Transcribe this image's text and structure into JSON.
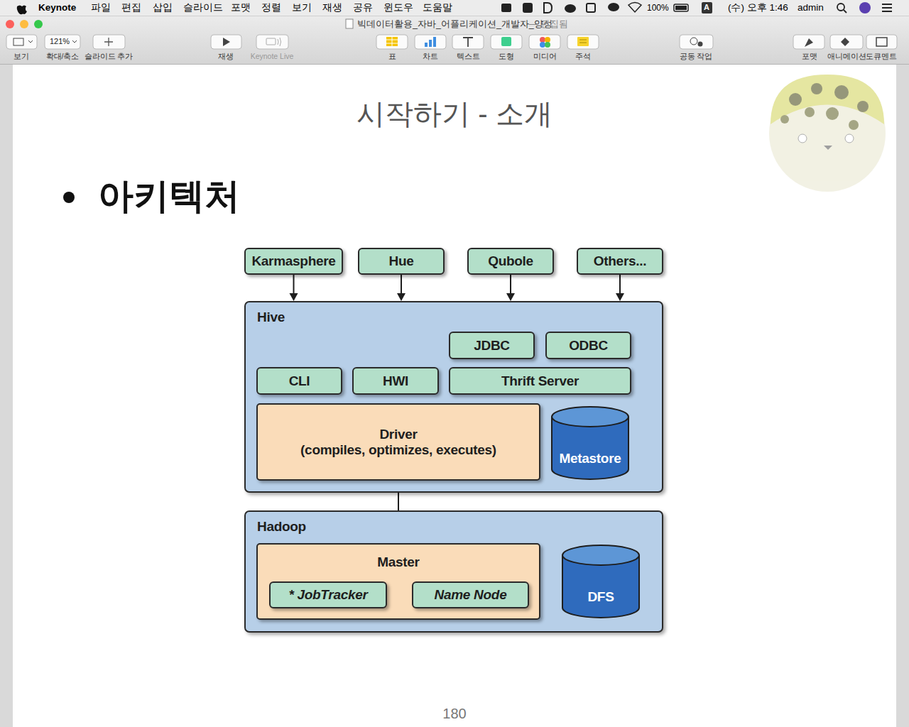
{
  "diagram": {
    "title": "시작하기 - 소개",
    "nodes": [
      {
        "text": [
          "Karmasphere"
        ]
      },
      {
        "text": [
          "Hue"
        ]
      },
      {
        "text": [
          "Qubole"
        ]
      },
      {
        "text": [
          "Others..."
        ]
      },
      {
        "text": [
          "Hive"
        ]
      },
      {
        "text": [
          "JDBC"
        ],
        "in": 4
      },
      {
        "text": [
          "ODBC"
        ],
        "in": 4
      },
      {
        "text": [
          "CLI"
        ],
        "in": 4
      },
      {
        "text": [
          "HWI"
        ],
        "in": 4
      },
      {
        "text": [
          "Thrift Server"
        ],
        "in": 4
      },
      {
        "text": [
          "Driver",
          "(compiles, optimizes, executes)"
        ],
        "in": 4
      },
      {
        "text": [
          "Metastore"
        ],
        "in": 4
      },
      {
        "text": [
          "Hadoop"
        ]
      },
      {
        "text": [
          "Master"
        ],
        "in": 12
      },
      {
        "text": [
          "* JobTracker"
        ],
        "in": 13
      },
      {
        "text": [
          "Name Node"
        ],
        "in": 13
      },
      {
        "text": [
          "DFS"
        ],
        "in": 12
      }
    ],
    "edges": [
      {
        "from": 0,
        "to": 4,
        "arrow": "to"
      },
      {
        "from": 1,
        "to": 4,
        "arrow": "to"
      },
      {
        "from": 2,
        "to": 4,
        "arrow": "to"
      },
      {
        "from": 3,
        "to": 4,
        "arrow": "to"
      },
      {
        "from": 10,
        "to": 13,
        "arrow": "to"
      }
    ],
    "labels": [
      "Keynote",
      "파일",
      "편집",
      "삽입",
      "슬라이드",
      "포맷",
      "정렬",
      "보기",
      "재생",
      "공유",
      "윈도우",
      "도움말",
      "100%",
      "A",
      "(수) 오후 1:46",
      "admin",
      "빅데이터활용_자바_어플리케이션_개발자_양성",
      "— 편집됨",
      "121%",
      "보기",
      "확대/축소",
      "슬라이드 추가",
      "재생",
      "Keynote Live",
      "표",
      "차트",
      "텍스트",
      "도형",
      "미디어",
      "주석",
      "공동 작업",
      "포맷",
      "애니메이션",
      "도큐멘트",
      "아키텍처",
      "180"
    ]
  }
}
